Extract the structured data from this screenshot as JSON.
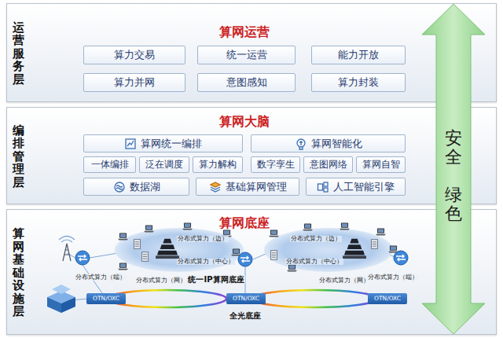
{
  "diagram": {
    "nodes": [
      {
        "text": [
          "运营服务层",
          "算网运营"
        ]
      },
      {
        "text": [
          "算力交易"
        ],
        "in": 0
      },
      {
        "text": [
          "统一运营"
        ],
        "in": 0
      },
      {
        "text": [
          "能力开放"
        ],
        "in": 0
      },
      {
        "text": [
          "算力并网"
        ],
        "in": 0
      },
      {
        "text": [
          "意图感知"
        ],
        "in": 0
      },
      {
        "text": [
          "算力封装"
        ],
        "in": 0
      },
      {
        "text": [
          "编排管理层",
          "算网大脑"
        ]
      },
      {
        "text": [
          "算网统一编排"
        ],
        "in": 7
      },
      {
        "text": [
          "算网智能化"
        ],
        "in": 7
      },
      {
        "text": [
          "一体编排"
        ],
        "in": 7
      },
      {
        "text": [
          "泛在调度"
        ],
        "in": 7
      },
      {
        "text": [
          "算力解构"
        ],
        "in": 7
      },
      {
        "text": [
          "数字孪生"
        ],
        "in": 7
      },
      {
        "text": [
          "意图网络"
        ],
        "in": 7
      },
      {
        "text": [
          "算网自智"
        ],
        "in": 7
      },
      {
        "text": [
          "数据湖"
        ],
        "in": 7
      },
      {
        "text": [
          "基础算网管理"
        ],
        "in": 7
      },
      {
        "text": [
          "人工智能引擎"
        ],
        "in": 7
      },
      {
        "text": [
          "算网基础设施层",
          "算网底座"
        ]
      },
      {
        "text": [
          "安全",
          "绿色"
        ]
      }
    ],
    "labels": [
      "分布式算力（边）",
      "分布式算力（中心）",
      "分布式算力（端）",
      "分布式算力（网）",
      "分布式算力（边）",
      "分布式算力（中心）",
      "分布式算力（网）",
      "分布式算力（端）",
      "统一IP算网底座",
      "OTN/OXC",
      "OTN/OXC",
      "OTN/OXC",
      "全光底座"
    ]
  }
}
